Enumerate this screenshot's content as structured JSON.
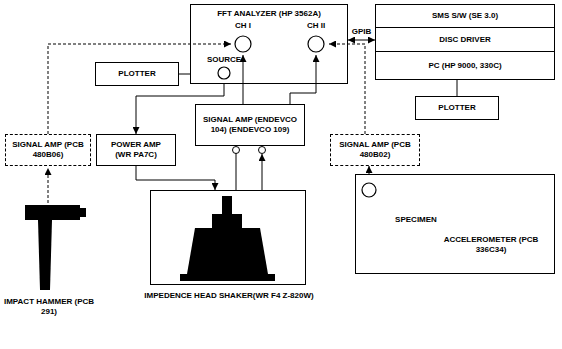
{
  "diagram": {
    "nodes": [
      {
        "text": [
          "FFT ANALYZER (HP 3562A)",
          "SOURCE"
        ]
      },
      {
        "text": [
          "CH I"
        ],
        "in": 0
      },
      {
        "text": [
          "CH II"
        ],
        "in": 0
      },
      {
        "text": [
          "PLOTTER"
        ]
      },
      {
        "text": [
          "SMS S/W (SE 3.0)"
        ]
      },
      {
        "text": [
          "DISC DRIVER"
        ]
      },
      {
        "text": [
          "PC (HP 9000, 330C)"
        ]
      },
      {
        "text": [
          "PLOTTER"
        ]
      },
      {
        "text": [
          "SIGNAL AMP (PCB 480B06)"
        ]
      },
      {
        "text": [
          "POWER AMP (WR PA7C)"
        ]
      },
      {
        "text": [
          "SIGNAL AMP (ENDEVCO 104) (ENDEVCO 109)"
        ]
      },
      {
        "text": [
          "SIGNAL AMP (PCB 480B02)"
        ]
      },
      {
        "text": [
          "SPECIMEN",
          "ACCELEROMETER (PCB 336C34)"
        ]
      },
      {
        "text": [
          "IMPEDENCE HEAD SHAKER(WR F4 Z-820W)"
        ]
      }
    ],
    "edges": [
      {
        "from": 0,
        "to": 5,
        "arrow": "both",
        "label": "GPIB"
      },
      {
        "from": 0,
        "to": 3,
        "arrow": "none"
      },
      {
        "from": 6,
        "to": 7,
        "arrow": "none"
      },
      {
        "from": 0,
        "to": 9,
        "arrow": "to"
      },
      {
        "from": 8,
        "to": 1,
        "arrow": "to"
      },
      {
        "from": 10,
        "to": 1,
        "arrow": "to"
      },
      {
        "from": 10,
        "to": 2,
        "arrow": "to"
      },
      {
        "from": 11,
        "to": 2,
        "arrow": "to"
      },
      {
        "from": 12,
        "to": 11,
        "arrow": "to"
      },
      {
        "from": 9,
        "to": 13,
        "arrow": "to"
      },
      {
        "from": 13,
        "to": 10,
        "arrow": "to"
      }
    ],
    "labels": [
      "IMPACT HAMMER (PCB 291)"
    ]
  }
}
